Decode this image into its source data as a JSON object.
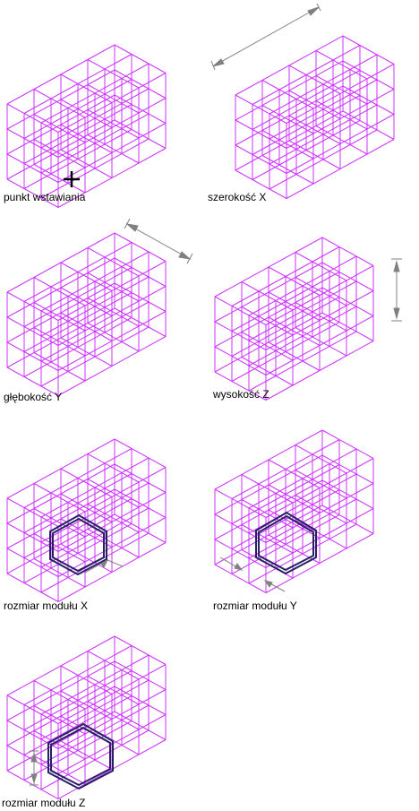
{
  "colors": {
    "background": "#ffffff",
    "wireframe": "#cc33ff",
    "highlight": "#2a1f66",
    "dimension": "#808080",
    "marker": "#000000"
  },
  "panels": [
    {
      "id": "insertion-point",
      "caption": "punkt wstawiania",
      "annotation": "insertion-cross-icon"
    },
    {
      "id": "width-x",
      "caption": "szerokość X",
      "annotation": "dimension-x"
    },
    {
      "id": "depth-y",
      "caption": "głębokość Y",
      "annotation": "dimension-y"
    },
    {
      "id": "height-z",
      "caption": "wysokość Z",
      "annotation": "dimension-z"
    },
    {
      "id": "module-size-x",
      "caption": "rozmiar modułu X",
      "annotation": "module-x"
    },
    {
      "id": "module-size-y",
      "caption": "rozmiar modułu Y",
      "annotation": "module-y"
    },
    {
      "id": "module-size-z",
      "caption": "rozmiar modułu Z",
      "annotation": "module-z"
    }
  ]
}
